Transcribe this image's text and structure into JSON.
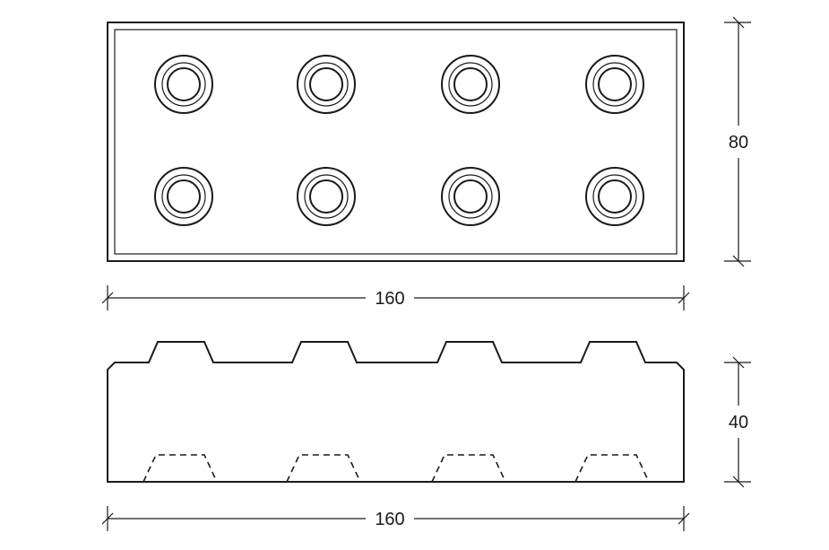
{
  "top_view": {
    "stud_rows": 2,
    "stud_cols": 4
  },
  "dimensions": {
    "top_width": "160",
    "top_height": "80",
    "side_width": "160",
    "side_height": "40"
  }
}
